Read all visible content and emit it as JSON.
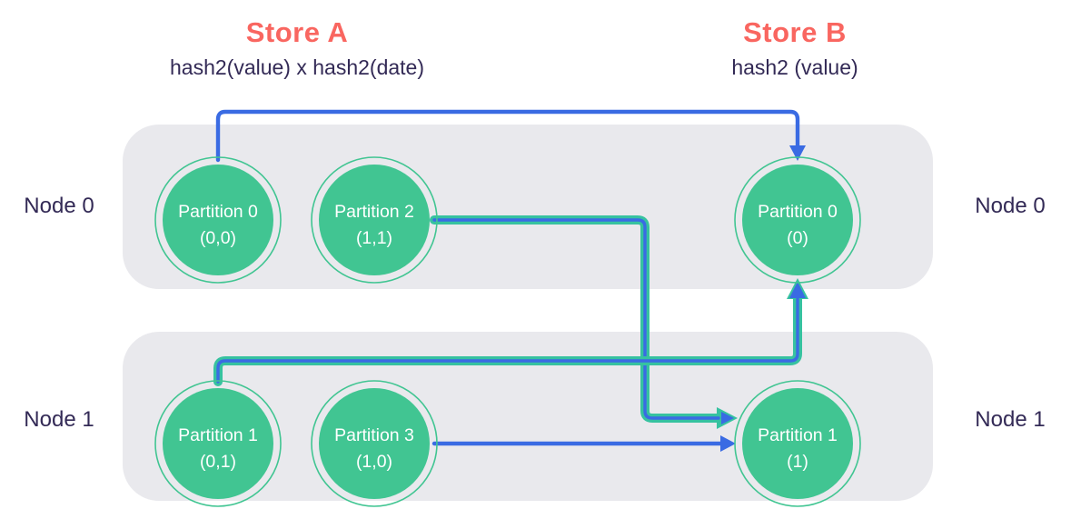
{
  "stores": {
    "a": {
      "title": "Store A",
      "subtitle": "hash2(value) x hash2(date)"
    },
    "b": {
      "title": "Store B",
      "subtitle": "hash2 (value)"
    }
  },
  "node_labels": {
    "left": [
      "Node 0",
      "Node 1"
    ],
    "right": [
      "Node 0",
      "Node 1"
    ]
  },
  "partitions": [
    {
      "store": "Store A",
      "node": "Node 0",
      "name": "Partition 0",
      "coords": "(0,0)"
    },
    {
      "store": "Store A",
      "node": "Node 0",
      "name": "Partition 2",
      "coords": "(1,1)"
    },
    {
      "store": "Store B",
      "node": "Node 0",
      "name": "Partition 0",
      "coords": "(0)"
    },
    {
      "store": "Store A",
      "node": "Node 1",
      "name": "Partition 1",
      "coords": "(0,1)"
    },
    {
      "store": "Store A",
      "node": "Node 1",
      "name": "Partition 3",
      "coords": "(1,0)"
    },
    {
      "store": "Store B",
      "node": "Node 1",
      "name": "Partition 1",
      "coords": "(1)"
    }
  ],
  "arrows": [
    {
      "from": "Store A / Node 0 / Partition 0 (0,0)",
      "to": "Store B / Node 0 / Partition 0 (0)",
      "style": "blue"
    },
    {
      "from": "Store A / Node 0 / Partition 2 (1,1)",
      "to": "Store B / Node 1 / Partition 1 (1)",
      "style": "blue-on-green"
    },
    {
      "from": "Store A / Node 1 / Partition 1 (0,1)",
      "to": "Store B / Node 0 / Partition 0 (0)",
      "style": "blue-on-green"
    },
    {
      "from": "Store A / Node 1 / Partition 3 (1,0)",
      "to": "Store B / Node 1 / Partition 1 (1)",
      "style": "blue"
    }
  ],
  "colors": {
    "store_title": "#F96660",
    "text": "#332A56",
    "partition_fill": "#41C592",
    "row_background": "#E9E9ED",
    "arrow_blue": "#3A6BE3",
    "arrow_green": "#36C2A0"
  }
}
